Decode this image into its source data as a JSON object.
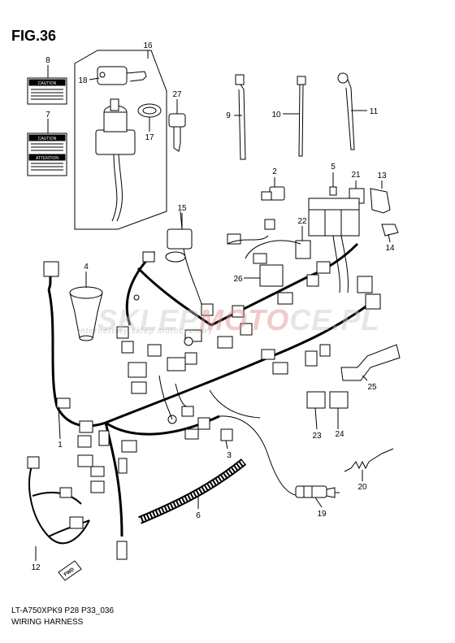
{
  "figure_title": "FIG.36",
  "model_code": "LT-A750XPK9 P28 P33_036",
  "description": "WIRING HARNESS",
  "label_texts": {
    "caution_a": "CAUTION",
    "caution_b": "CAUTION",
    "attention": "ATTENTION",
    "fwd": "FWD"
  },
  "watermark": {
    "main_a": "SKLEP",
    "main_b": "MOTO",
    "main_c": "CE.PL",
    "sub": "internetowy sklep motocyklowy"
  },
  "callouts": [
    "1",
    "2",
    "3",
    "4",
    "5",
    "6",
    "7",
    "8",
    "9",
    "10",
    "11",
    "12",
    "13",
    "14",
    "15",
    "16",
    "17",
    "18",
    "19",
    "20",
    "21",
    "22",
    "23",
    "24",
    "25",
    "26",
    "27"
  ],
  "colors": {
    "line": "#000000",
    "watermark_accent": "#e08c8c"
  }
}
